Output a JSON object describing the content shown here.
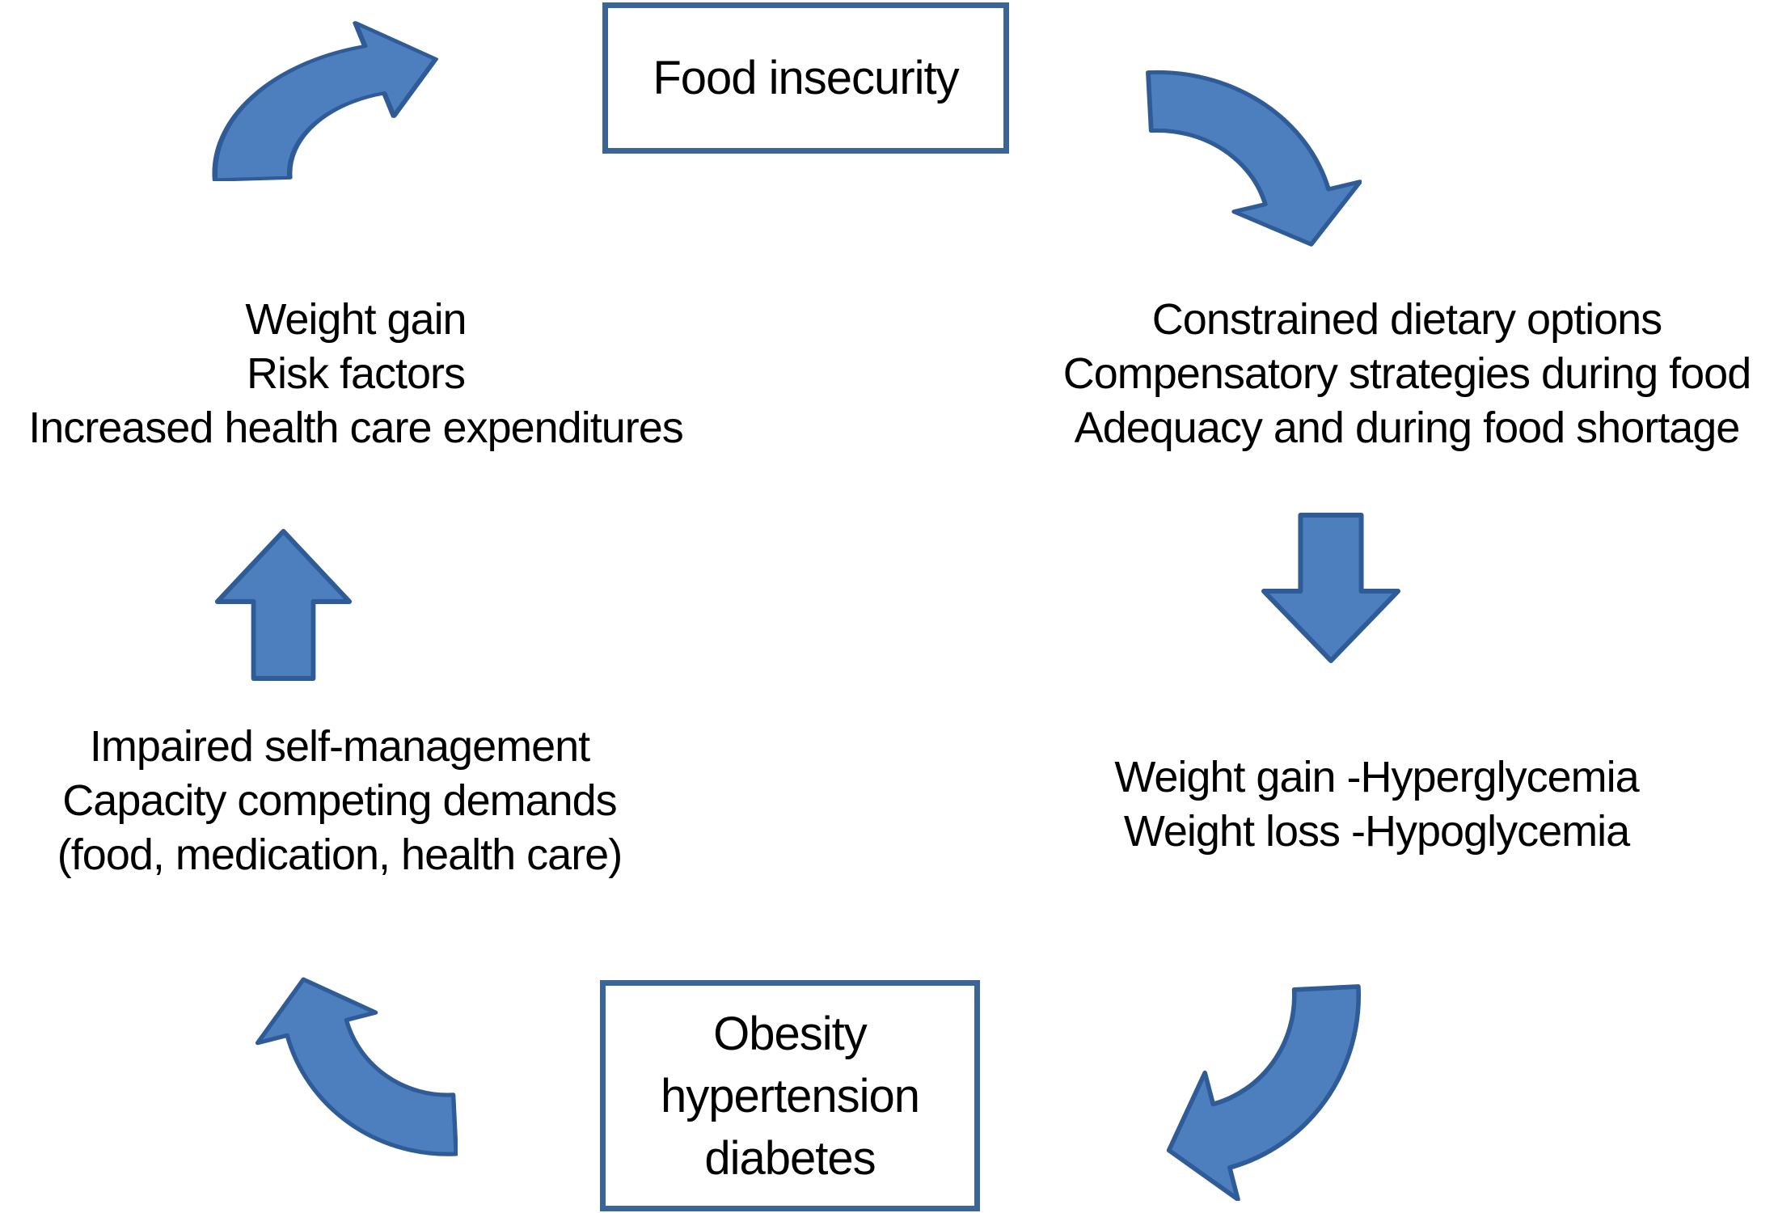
{
  "colors": {
    "background": "#ffffff",
    "text": "#000000",
    "arrow_fill": "#4d7ebd",
    "arrow_stroke": "#2f5b97",
    "box_border": "#3a6596",
    "box_fill": "#ffffff"
  },
  "nodes": {
    "food_insecurity": {
      "label": "Food insecurity"
    },
    "dietary_strategies": {
      "lines": [
        "Constrained dietary options",
        "Compensatory strategies during food",
        "Adequacy and during food shortage"
      ]
    },
    "glycemia": {
      "lines": [
        "Weight gain -Hyperglycemia",
        "Weight loss -Hypoglycemia"
      ]
    },
    "outcomes": {
      "lines": [
        "Obesity",
        "hypertension",
        "diabetes"
      ]
    },
    "self_management": {
      "lines": [
        "Impaired self-management",
        "Capacity competing demands",
        "(food, medication, health care)"
      ]
    },
    "health_costs": {
      "lines": [
        "Weight gain",
        "Risk factors",
        "Increased health care expenditures"
      ]
    }
  },
  "arrows": {
    "top_left": {
      "icon": "curved-arrow-right",
      "direction": "curves up then points right"
    },
    "top_right": {
      "icon": "curved-arrow-down",
      "direction": "curves right then points down"
    },
    "right_middle": {
      "icon": "block-arrow-down",
      "direction": "points down"
    },
    "bottom_right": {
      "icon": "curved-arrow-left",
      "direction": "curves down then points left"
    },
    "bottom_left": {
      "icon": "curved-arrow-up",
      "direction": "curves left then points up"
    },
    "left_middle": {
      "icon": "block-arrow-up",
      "direction": "points up"
    }
  }
}
